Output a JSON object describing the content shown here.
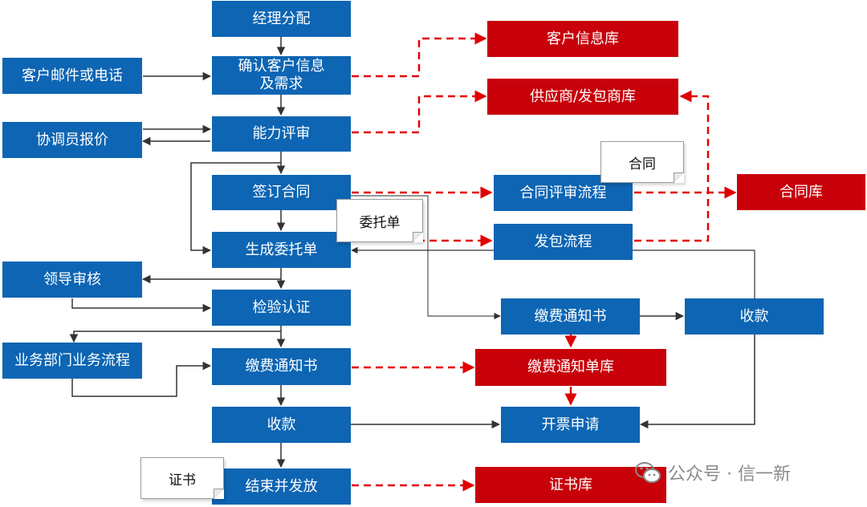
{
  "colors": {
    "main_blue": "#0d65b3",
    "db_red": "#c8000a",
    "dashed_arrow": "#e00000",
    "line": "#333333"
  },
  "main_flow": {
    "manager_assign": "经理分配",
    "confirm_customer": "确认客户信息及需求",
    "capability_review": "能力评审",
    "sign_contract": "签订合同",
    "generate_order": "生成委托单",
    "inspection_cert": "检验认证",
    "payment_notice": "缴费通知书",
    "collect_payment": "收款",
    "finish_issue": "结束并发放"
  },
  "left_inputs": {
    "customer_contact": "客户邮件或电话",
    "coordinator_quote": "协调员报价",
    "leader_review": "领导审核",
    "business_dept": "业务部门业务流程"
  },
  "sub_processes": {
    "contract_review": "合同评审流程",
    "subcontract": "发包流程",
    "payment_notice": "缴费通知书",
    "collect": "收款",
    "invoice_request": "开票申请"
  },
  "databases": {
    "customer_db": "客户信息库",
    "supplier_db": "供应商/发包商库",
    "contract_db": "合同库",
    "payment_notice_db": "缴费通知单库",
    "certificate_db": "证书库"
  },
  "notes": {
    "contract": "合同",
    "entrust_order": "委托单",
    "certificate": "证书"
  },
  "watermark": {
    "text": "公众号 · 信一新",
    "icon": "wechat-icon"
  }
}
